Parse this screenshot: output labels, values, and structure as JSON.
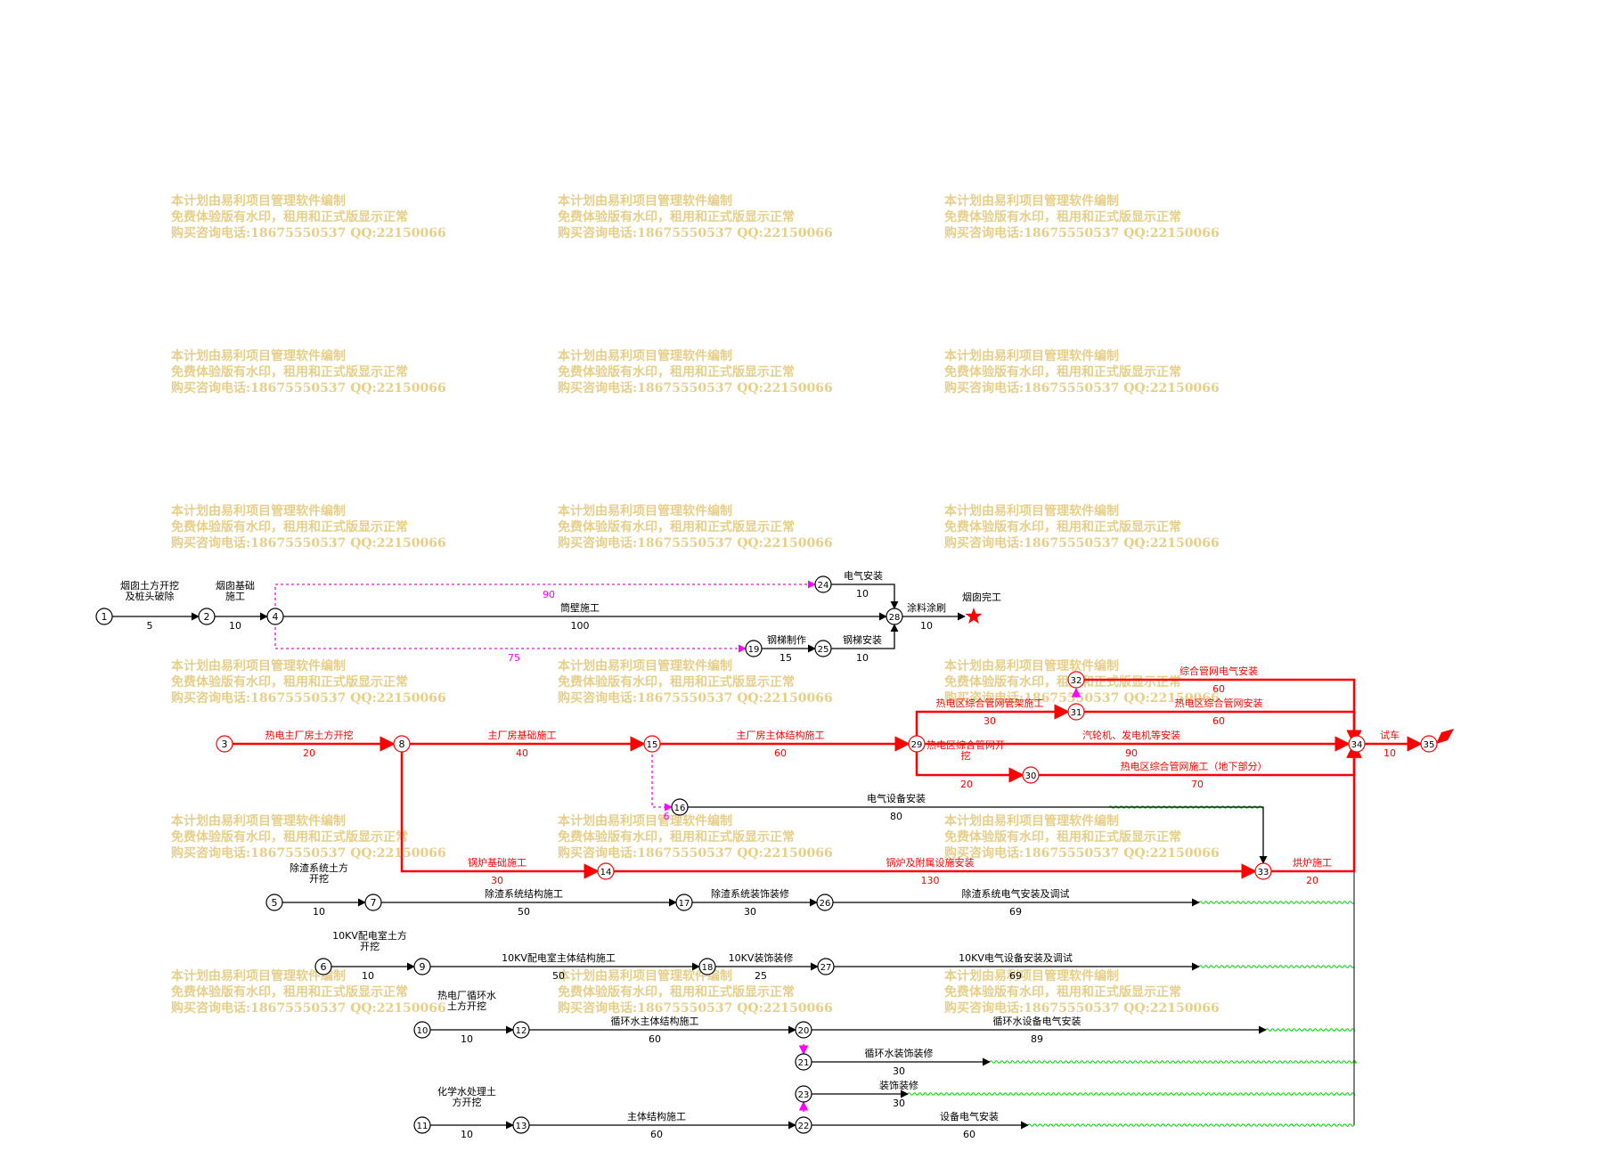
{
  "colors": {
    "critical": "#ff0000",
    "normal": "#000000",
    "virtual": "#ff00ff",
    "float_wave": "#00cc00",
    "watermark": "#e6cf8a"
  },
  "watermark": {
    "line1": "本计划由易利项目管理软件编制",
    "line2": "免费体验版有水印，租用和正式版显示正常",
    "line3": "购买咨询电话:18675550537 QQ:22150066"
  },
  "nodes": [
    "1",
    "2",
    "4",
    "24",
    "28",
    "19",
    "25",
    "32",
    "31",
    "3",
    "8",
    "15",
    "29",
    "30",
    "34",
    "35",
    "16",
    "14",
    "33",
    "5",
    "7",
    "17",
    "26",
    "6",
    "9",
    "18",
    "27",
    "10",
    "12",
    "20",
    "21",
    "23",
    "11",
    "13",
    "22"
  ],
  "activities": [
    {
      "name": "烟囱土方开挖\n及桩头破除",
      "duration": "5",
      "critical": false
    },
    {
      "name": "烟囱基础\n施工",
      "duration": "10",
      "critical": false
    },
    {
      "name": "筒壁施工",
      "duration": "100",
      "critical": false
    },
    {
      "name": "",
      "duration": "90",
      "critical": false,
      "virtual": true
    },
    {
      "name": "",
      "duration": "75",
      "critical": false,
      "virtual": true
    },
    {
      "name": "电气安装",
      "duration": "10",
      "critical": false
    },
    {
      "name": "钢梯制作",
      "duration": "15",
      "critical": false
    },
    {
      "name": "钢梯安装",
      "duration": "10",
      "critical": false
    },
    {
      "name": "涂料涂刷",
      "duration": "10",
      "critical": false
    },
    {
      "name": "综合管网电气安装",
      "duration": "60",
      "critical": true
    },
    {
      "name": "热电区综合管网安装",
      "duration": "60",
      "critical": true
    },
    {
      "name": "热电区综合管网管架施工",
      "duration": "30",
      "critical": true
    },
    {
      "name": "热电主厂房土方开挖",
      "duration": "20",
      "critical": true
    },
    {
      "name": "主厂房基础施工",
      "duration": "40",
      "critical": true
    },
    {
      "name": "主厂房主体结构施工",
      "duration": "60",
      "critical": true
    },
    {
      "name": "汽轮机、发电机等安装",
      "duration": "90",
      "critical": true
    },
    {
      "name": "试车",
      "duration": "10",
      "critical": true
    },
    {
      "name": "热电区综合管网开\n挖",
      "duration": "20",
      "critical": true
    },
    {
      "name": "热电区综合管网施工（地下部分）",
      "duration": "70",
      "critical": true
    },
    {
      "name": "",
      "duration": "6",
      "critical": false,
      "virtual": true
    },
    {
      "name": "电气设备安装",
      "duration": "80",
      "critical": false
    },
    {
      "name": "锅炉基础施工",
      "duration": "30",
      "critical": true
    },
    {
      "name": "锅炉及附属设施安装",
      "duration": "130",
      "critical": true
    },
    {
      "name": "烘炉施工",
      "duration": "20",
      "critical": true
    },
    {
      "name": "除渣系统土方\n开挖",
      "duration": "10",
      "critical": false
    },
    {
      "name": "除渣系统结构施工",
      "duration": "50",
      "critical": false
    },
    {
      "name": "除渣系统装饰装修",
      "duration": "30",
      "critical": false
    },
    {
      "name": "除渣系统电气安装及调试",
      "duration": "69",
      "critical": false
    },
    {
      "name": "10KV配电室土方\n开挖",
      "duration": "10",
      "critical": false
    },
    {
      "name": "10KV配电室主体结构施工",
      "duration": "50",
      "critical": false
    },
    {
      "name": "10KV装饰装修",
      "duration": "25",
      "critical": false
    },
    {
      "name": "10KV电气设备安装及调试",
      "duration": "69",
      "critical": false
    },
    {
      "name": "热电厂循环水\n土方开挖",
      "duration": "10",
      "critical": false
    },
    {
      "name": "循环水主体结构施工",
      "duration": "60",
      "critical": false
    },
    {
      "name": "循环水设备电气安装",
      "duration": "89",
      "critical": false
    },
    {
      "name": "循环水装饰装修",
      "duration": "30",
      "critical": false
    },
    {
      "name": "装饰装修",
      "duration": "30",
      "critical": false
    },
    {
      "name": "化学水处理土\n方开挖",
      "duration": "10",
      "critical": false
    },
    {
      "name": "主体结构施工",
      "duration": "60",
      "critical": false
    },
    {
      "name": "设备电气安装",
      "duration": "60",
      "critical": false
    }
  ],
  "milestones": [
    {
      "label": "烟囱完工",
      "icon": "red-star-icon"
    },
    {
      "label": "",
      "icon": "red-flag-icon"
    }
  ]
}
